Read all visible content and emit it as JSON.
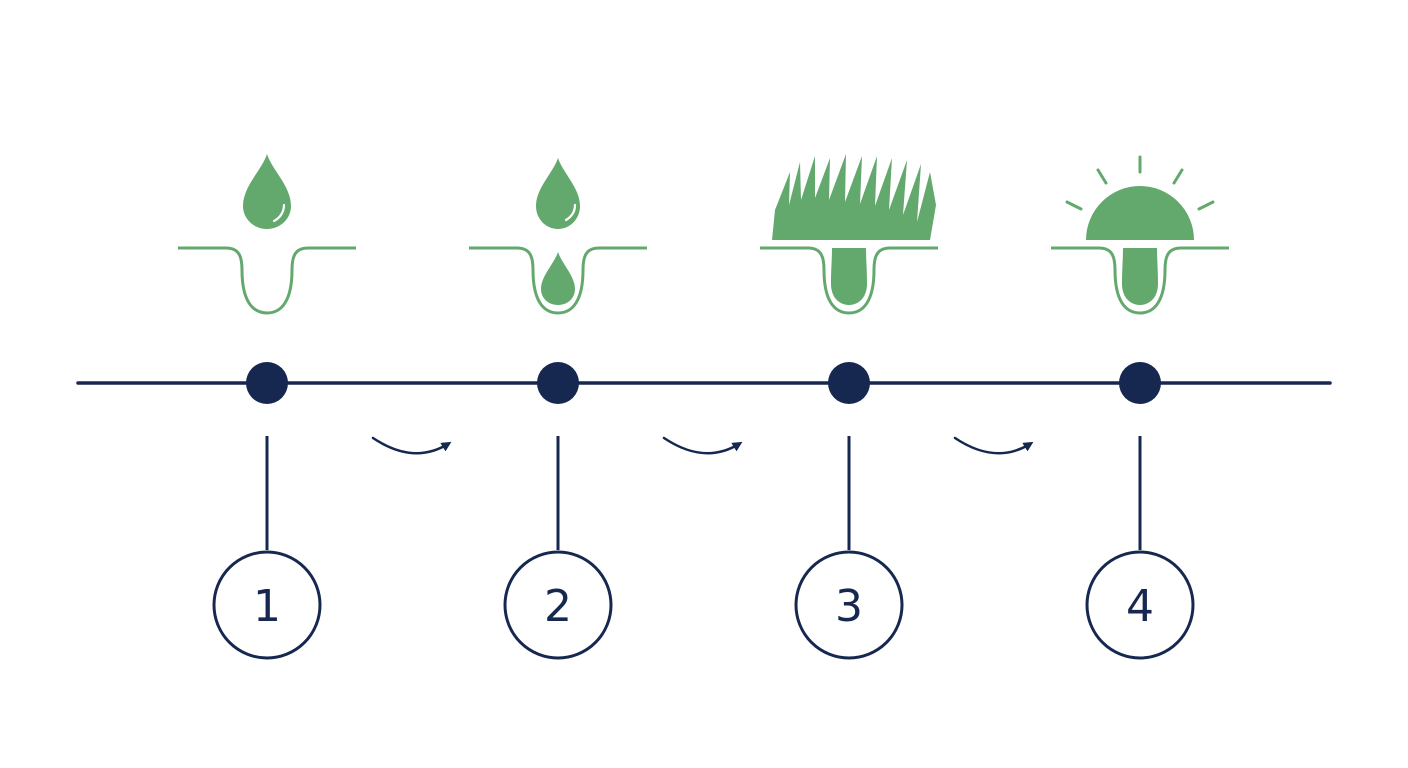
{
  "colors": {
    "navy": "#16284f",
    "green": "#63a96e",
    "background": "#ffffff"
  },
  "steps": [
    {
      "number": "1",
      "icon": "water-drop-above-follicle-icon"
    },
    {
      "number": "2",
      "icon": "drop-entering-follicle-icon"
    },
    {
      "number": "3",
      "icon": "hair-growth-icon"
    },
    {
      "number": "4",
      "icon": "rising-sun-over-follicle-icon"
    }
  ],
  "connectors": [
    {
      "icon": "curved-arrow-right-icon"
    },
    {
      "icon": "curved-arrow-right-icon"
    },
    {
      "icon": "curved-arrow-right-icon"
    }
  ]
}
